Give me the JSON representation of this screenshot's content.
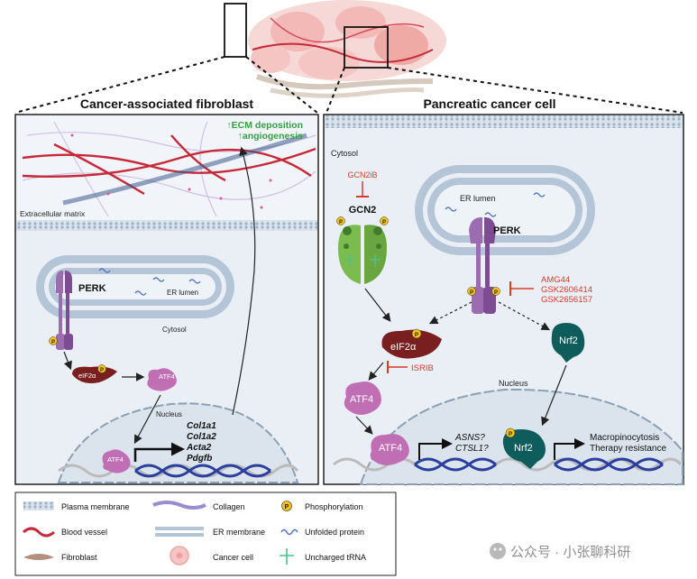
{
  "left_panel": {
    "title": "Cancer-associated fibroblast",
    "effects": [
      "↑ECM deposition",
      "↑angiogenesis"
    ],
    "ecm_label": "Extracellular matrix",
    "perk": "PERK",
    "er_lumen": "ER lumen",
    "cytosol": "Cytosol",
    "eif2a": "eIF2α",
    "atf4_top": "ATF4",
    "atf4_bottom": "ATF4",
    "nucleus": "Nucleus",
    "genes": [
      "Col1a1",
      "Col1a2",
      "Acta2",
      "Pdgfb"
    ],
    "p": "P"
  },
  "right_panel": {
    "title": "Pancreatic cancer cell",
    "cytosol": "Cytosol",
    "gcn2ib": "GCN2iB",
    "gcn2": "GCN2",
    "er_lumen": "ER lumen",
    "perk": "PERK",
    "inhibitors": [
      "AMG44",
      "GSK2606414",
      "GSK2656157"
    ],
    "eif2a": "eIF2α",
    "nrf2_top": "Nrf2",
    "isrib": "ISRIB",
    "atf4_top": "ATF4",
    "atf4_bottom": "ATF4",
    "nucleus": "Nucleus",
    "targets": [
      "ASNS?",
      "CTSL1?"
    ],
    "nrf2_bottom": "Nrf2",
    "outcomes": [
      "Macropinocytosis",
      "Therapy resistance"
    ],
    "p": "P"
  },
  "legend": {
    "plasma_membrane": "Plasma membrane",
    "blood_vessel": "Blood vessel",
    "fibroblast": "Fibroblast",
    "collagen": "Collagen",
    "er_membrane": "ER membrane",
    "cancer_cell": "Cancer cell",
    "phosphorylation": "Phosphorylation",
    "unfolded_protein": "Unfolded protein",
    "uncharged_trna": "Uncharged tRNA",
    "p": "P"
  },
  "watermark": "公众号 · 小张聊科研",
  "colors": {
    "cell_bg": "#e9eff5",
    "membrane": "#9fb3c6",
    "perk": "#9b6cb0",
    "eif2a": "#7a1f1f",
    "atf4": "#c06fb5",
    "nrf2": "#0f5c5c",
    "gcn2": "#7cbb4e",
    "phospho": "#f2c318",
    "inhibitor": "#d93a2b",
    "effect_green": "#35a043",
    "vessel": "#c8293a",
    "dna": "#2b3f9e"
  }
}
